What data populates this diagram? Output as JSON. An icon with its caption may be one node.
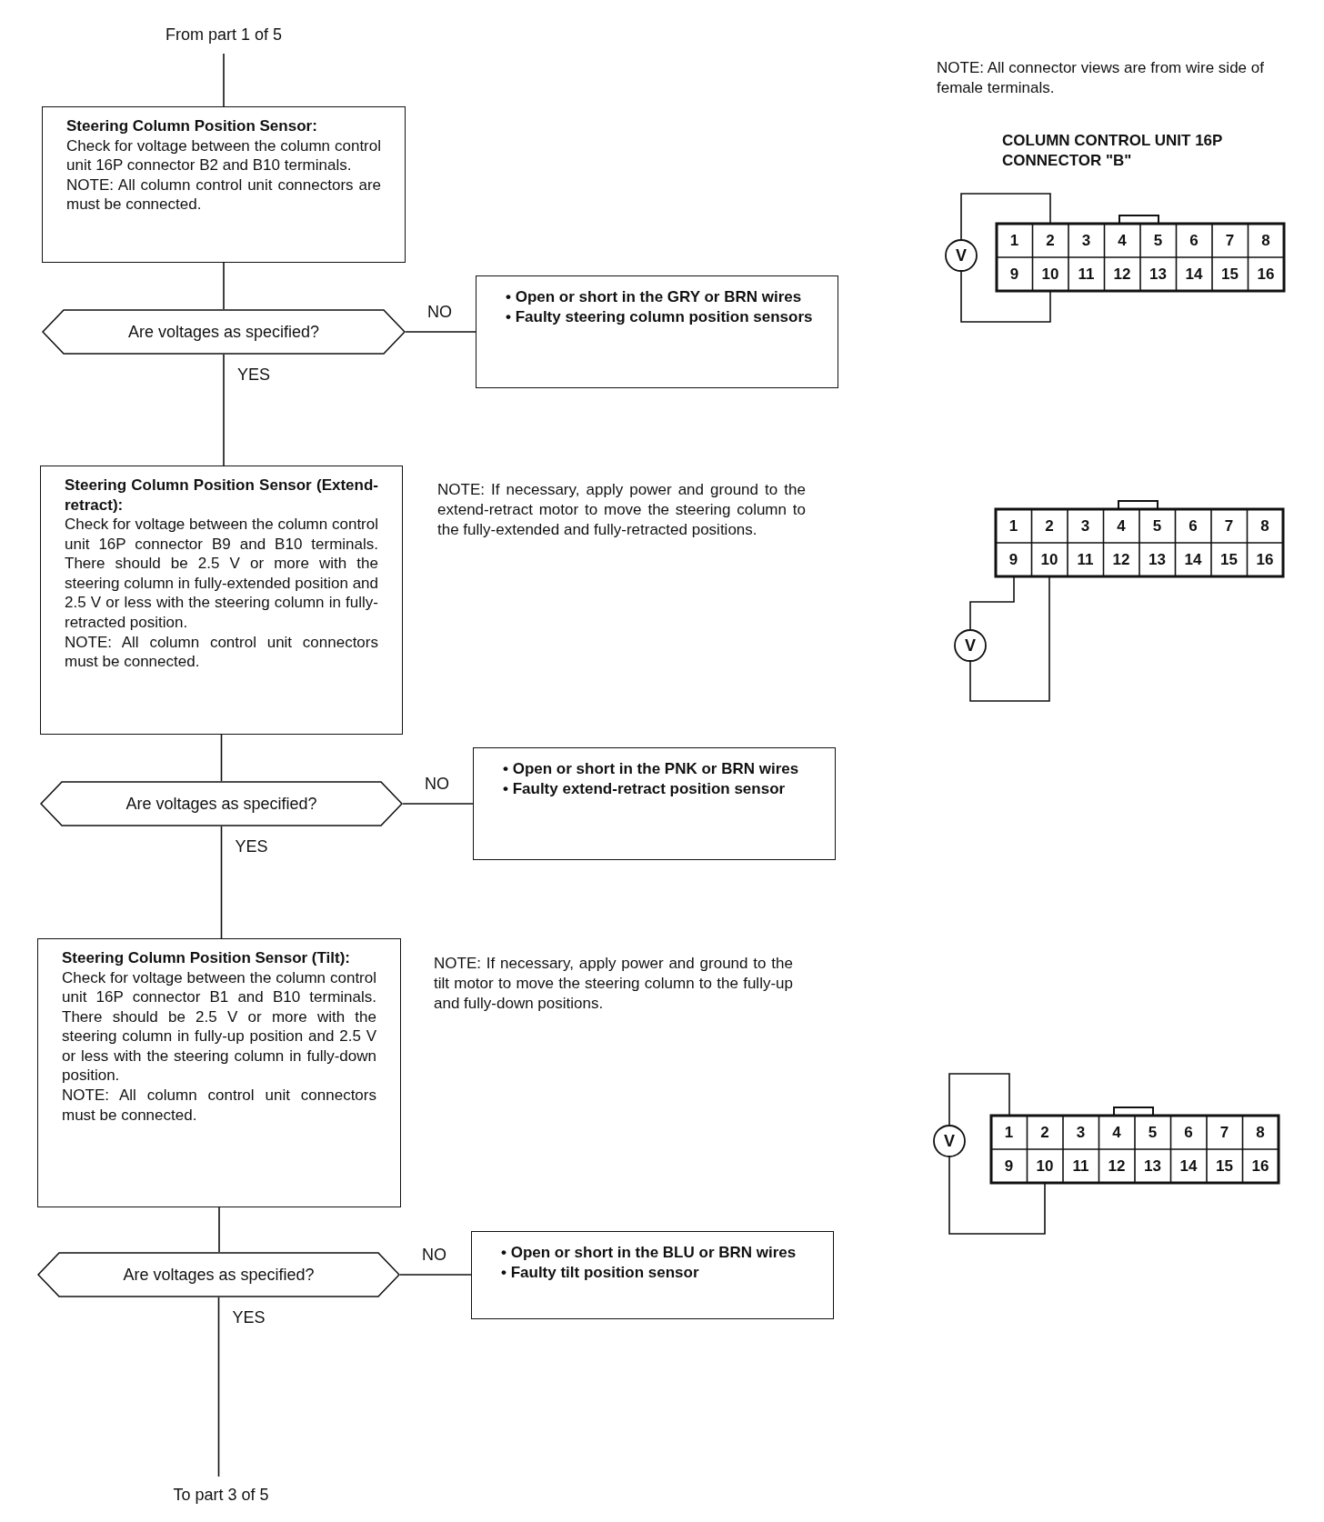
{
  "diagram": {
    "nodes": [
      {
        "text": [
          "From part 1 of 5"
        ]
      },
      {
        "text": [
          "Steering Column Position Sensor:",
          "Check for voltage between the column control unit 16P connector B2 and B10 terminals.",
          "NOTE: All column control unit connectors are must be connected."
        ]
      },
      {
        "text": [
          "Are voltages as specified?"
        ]
      },
      {
        "text": [
          "• Open or short in the GRY or BRN wires",
          "• Faulty steering column position sensors"
        ]
      },
      {
        "text": [
          "Steering Column Position Sensor (Extend-retract):",
          "Check for voltage between the column control unit 16P connector B9 and B10 terminals. There should be 2.5 V or more with the steering column in fully-extended position and 2.5 V or less with the steering column in fully-retracted position.",
          "NOTE: All column control unit connectors must be connected."
        ]
      },
      {
        "text": [
          "Are voltages as specified?"
        ]
      },
      {
        "text": [
          "• Open or short in the PNK or BRN wires",
          "• Faulty extend-retract position sensor"
        ]
      },
      {
        "text": [
          "Steering Column Position Sensor (Tilt):",
          "Check for voltage between the column control unit 16P connector B1 and B10 terminals. There should be 2.5 V or more with the steering column in fully-up position and 2.5 V or less with the steering column in fully-down position.",
          "NOTE: All column control unit connectors must be connected."
        ]
      },
      {
        "text": [
          "Are voltages as specified?"
        ]
      },
      {
        "text": [
          "• Open or short in the BLU or BRN wires",
          "• Faulty tilt position sensor"
        ]
      },
      {
        "text": [
          "To part 3 of 5"
        ]
      }
    ],
    "edges": [
      {
        "from": 0,
        "to": 1,
        "arrow": "none"
      },
      {
        "from": 1,
        "to": 2,
        "arrow": "none"
      },
      {
        "from": 2,
        "to": 3,
        "arrow": "none",
        "label": "NO"
      },
      {
        "from": 2,
        "to": 4,
        "arrow": "none",
        "label": "YES"
      },
      {
        "from": 4,
        "to": 5,
        "arrow": "none"
      },
      {
        "from": 5,
        "to": 6,
        "arrow": "none",
        "label": "NO"
      },
      {
        "from": 5,
        "to": 7,
        "arrow": "none",
        "label": "YES"
      },
      {
        "from": 7,
        "to": 8,
        "arrow": "none"
      },
      {
        "from": 8,
        "to": 9,
        "arrow": "none",
        "label": "NO"
      },
      {
        "from": 8,
        "to": 10,
        "arrow": "none",
        "label": "YES"
      }
    ],
    "labels": [
      "NOTE: All connector views are from wire side of female terminals.",
      "COLUMN CONTROL UNIT 16P CONNECTOR \"B\"",
      "1",
      "2",
      "3",
      "4",
      "5",
      "6",
      "7",
      "8",
      "9",
      "10",
      "11",
      "12",
      "13",
      "14",
      "15",
      "16",
      "V",
      "NOTE: If necessary, apply power and ground to the extend-retract motor to move the steering column to the fully-extended and fully-retracted positions.",
      "1",
      "2",
      "3",
      "4",
      "5",
      "6",
      "7",
      "8",
      "9",
      "10",
      "11",
      "12",
      "13",
      "14",
      "15",
      "16",
      "V",
      "NOTE: If necessary, apply power and ground to the tilt motor to move the steering column to the fully-up and fully-down positions.",
      "1",
      "2",
      "3",
      "4",
      "5",
      "6",
      "7",
      "8",
      "9",
      "10",
      "11",
      "12",
      "13",
      "14",
      "15",
      "16",
      "V"
    ]
  }
}
